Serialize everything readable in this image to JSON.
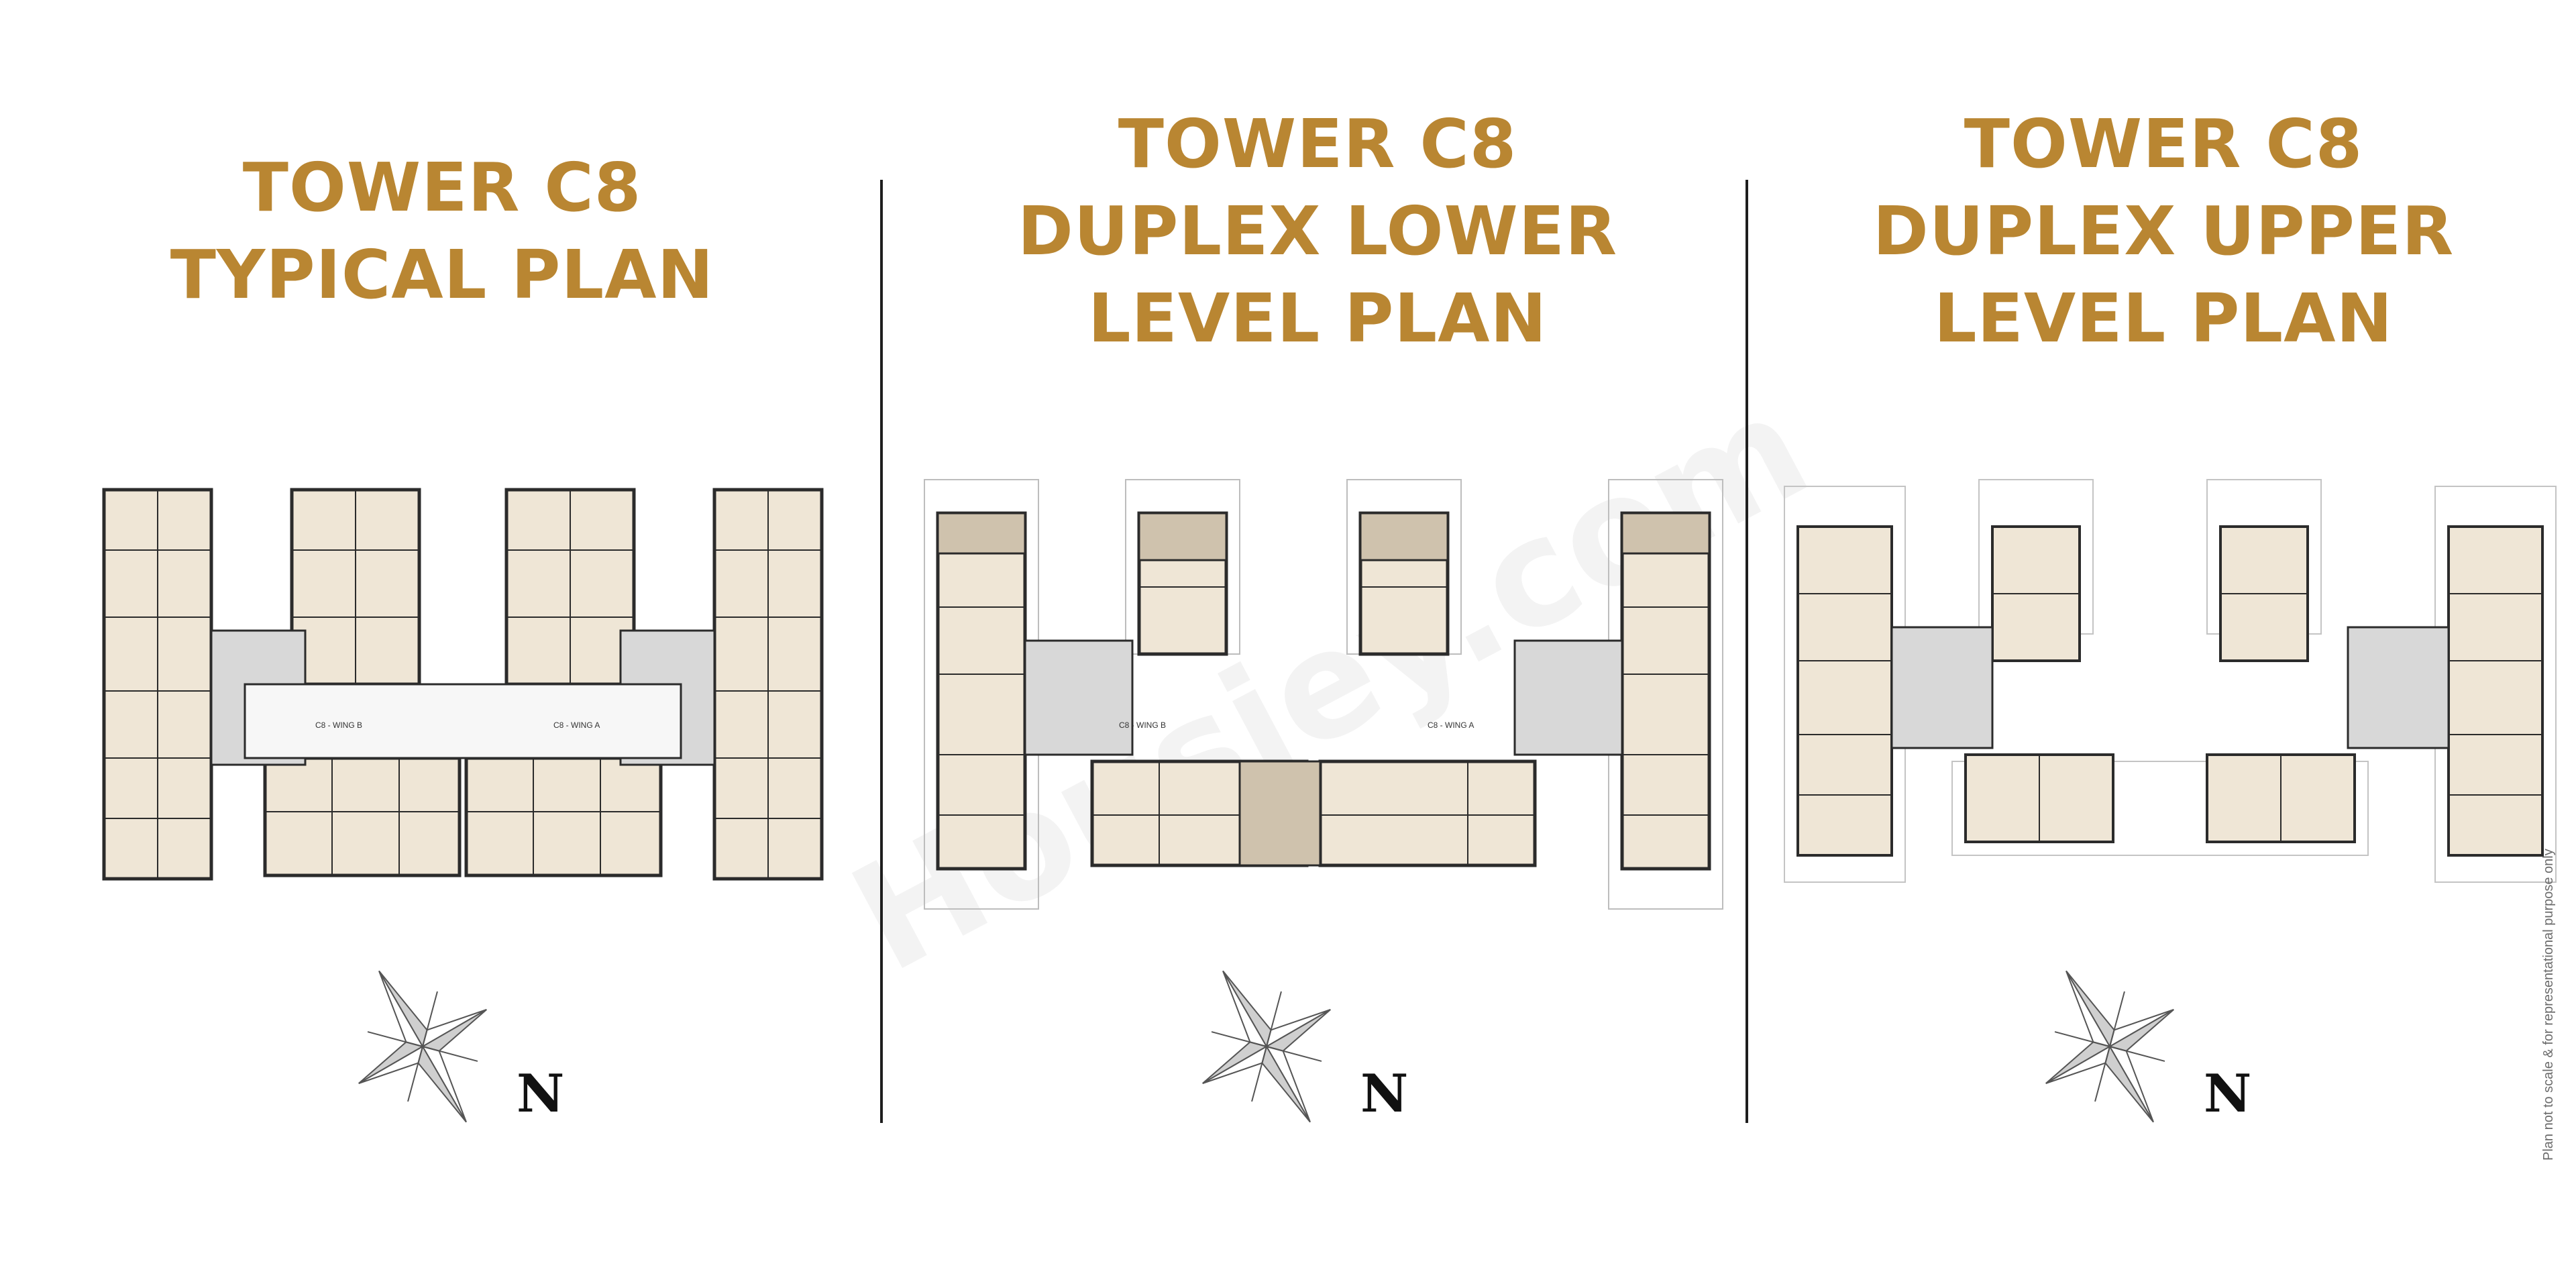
{
  "panels": [
    {
      "title_lines": [
        "TOWER C8",
        "TYPICAL PLAN"
      ],
      "wing_labels": [
        "C8 - WING B",
        "C8 - WING A"
      ]
    },
    {
      "title_lines": [
        "TOWER C8",
        "DUPLEX LOWER",
        "LEVEL PLAN"
      ],
      "wing_labels": [
        "C8 - WING B",
        "C8 - WING A"
      ]
    },
    {
      "title_lines": [
        "TOWER C8",
        "DUPLEX UPPER",
        "LEVEL PLAN"
      ],
      "wing_labels": []
    }
  ],
  "north_label": "N",
  "disclaimer": "Plan not to scale & for representational purpose only",
  "watermark": "Housiey.com",
  "colors": {
    "title": "#b98632",
    "floor": "#efe6d6",
    "wall": "#2b2b2b",
    "corridor": "#d8d8d8",
    "terrace": "#cfc2ad",
    "divider": "#1e1e1e"
  },
  "icons": [
    "compass-rose-icon"
  ]
}
